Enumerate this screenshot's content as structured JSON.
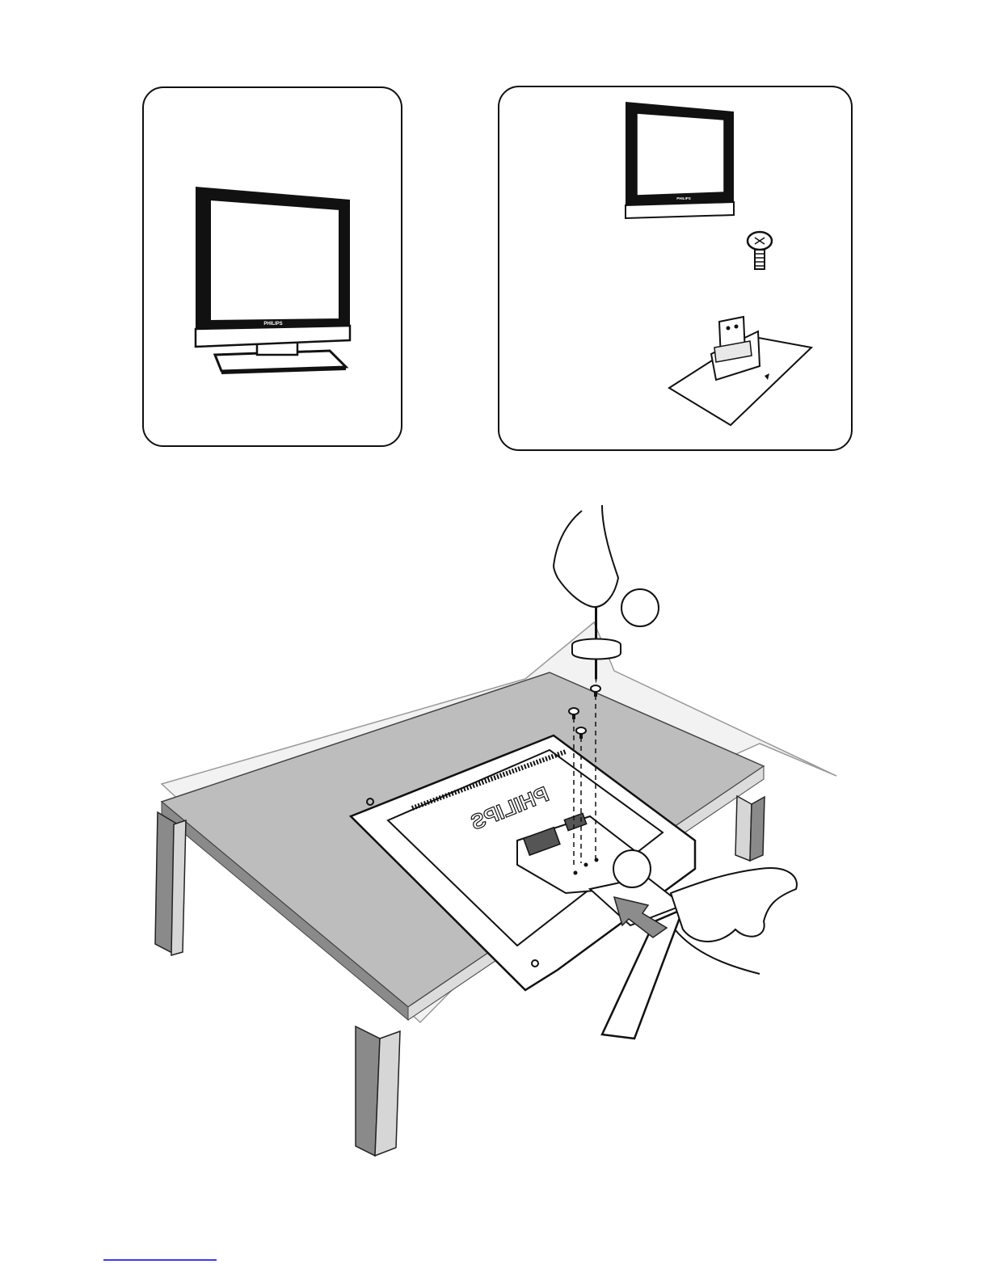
{
  "panels": {
    "assembled": {
      "brand": "PHILIPS"
    },
    "parts": {
      "brand": "PHILIPS"
    }
  },
  "main": {
    "brand": "PHILIPS"
  },
  "colors": {
    "line": "#111111",
    "table_top": "#bdbdbd",
    "table_edge": "#8a8a8a",
    "arrow": "#8c8c8c"
  }
}
